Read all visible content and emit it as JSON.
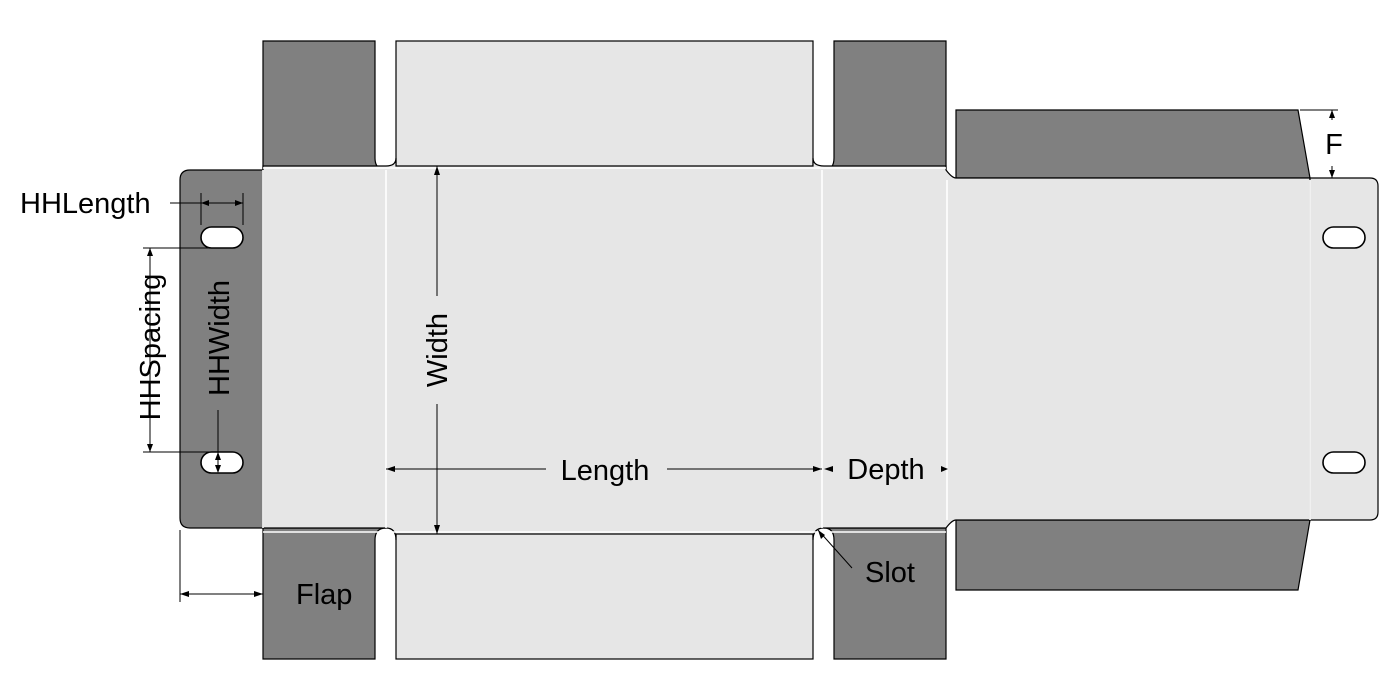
{
  "colors": {
    "flap": "#808080",
    "panel": "#e6e6e6",
    "outline": "#000000"
  },
  "labels": {
    "hh_length": "HHLength",
    "hh_spacing": "HHSpacing",
    "hh_width": "HHWidth",
    "width": "Width",
    "length": "Length",
    "depth": "Depth",
    "flap": "Flap",
    "slot": "Slot",
    "f": "F"
  }
}
